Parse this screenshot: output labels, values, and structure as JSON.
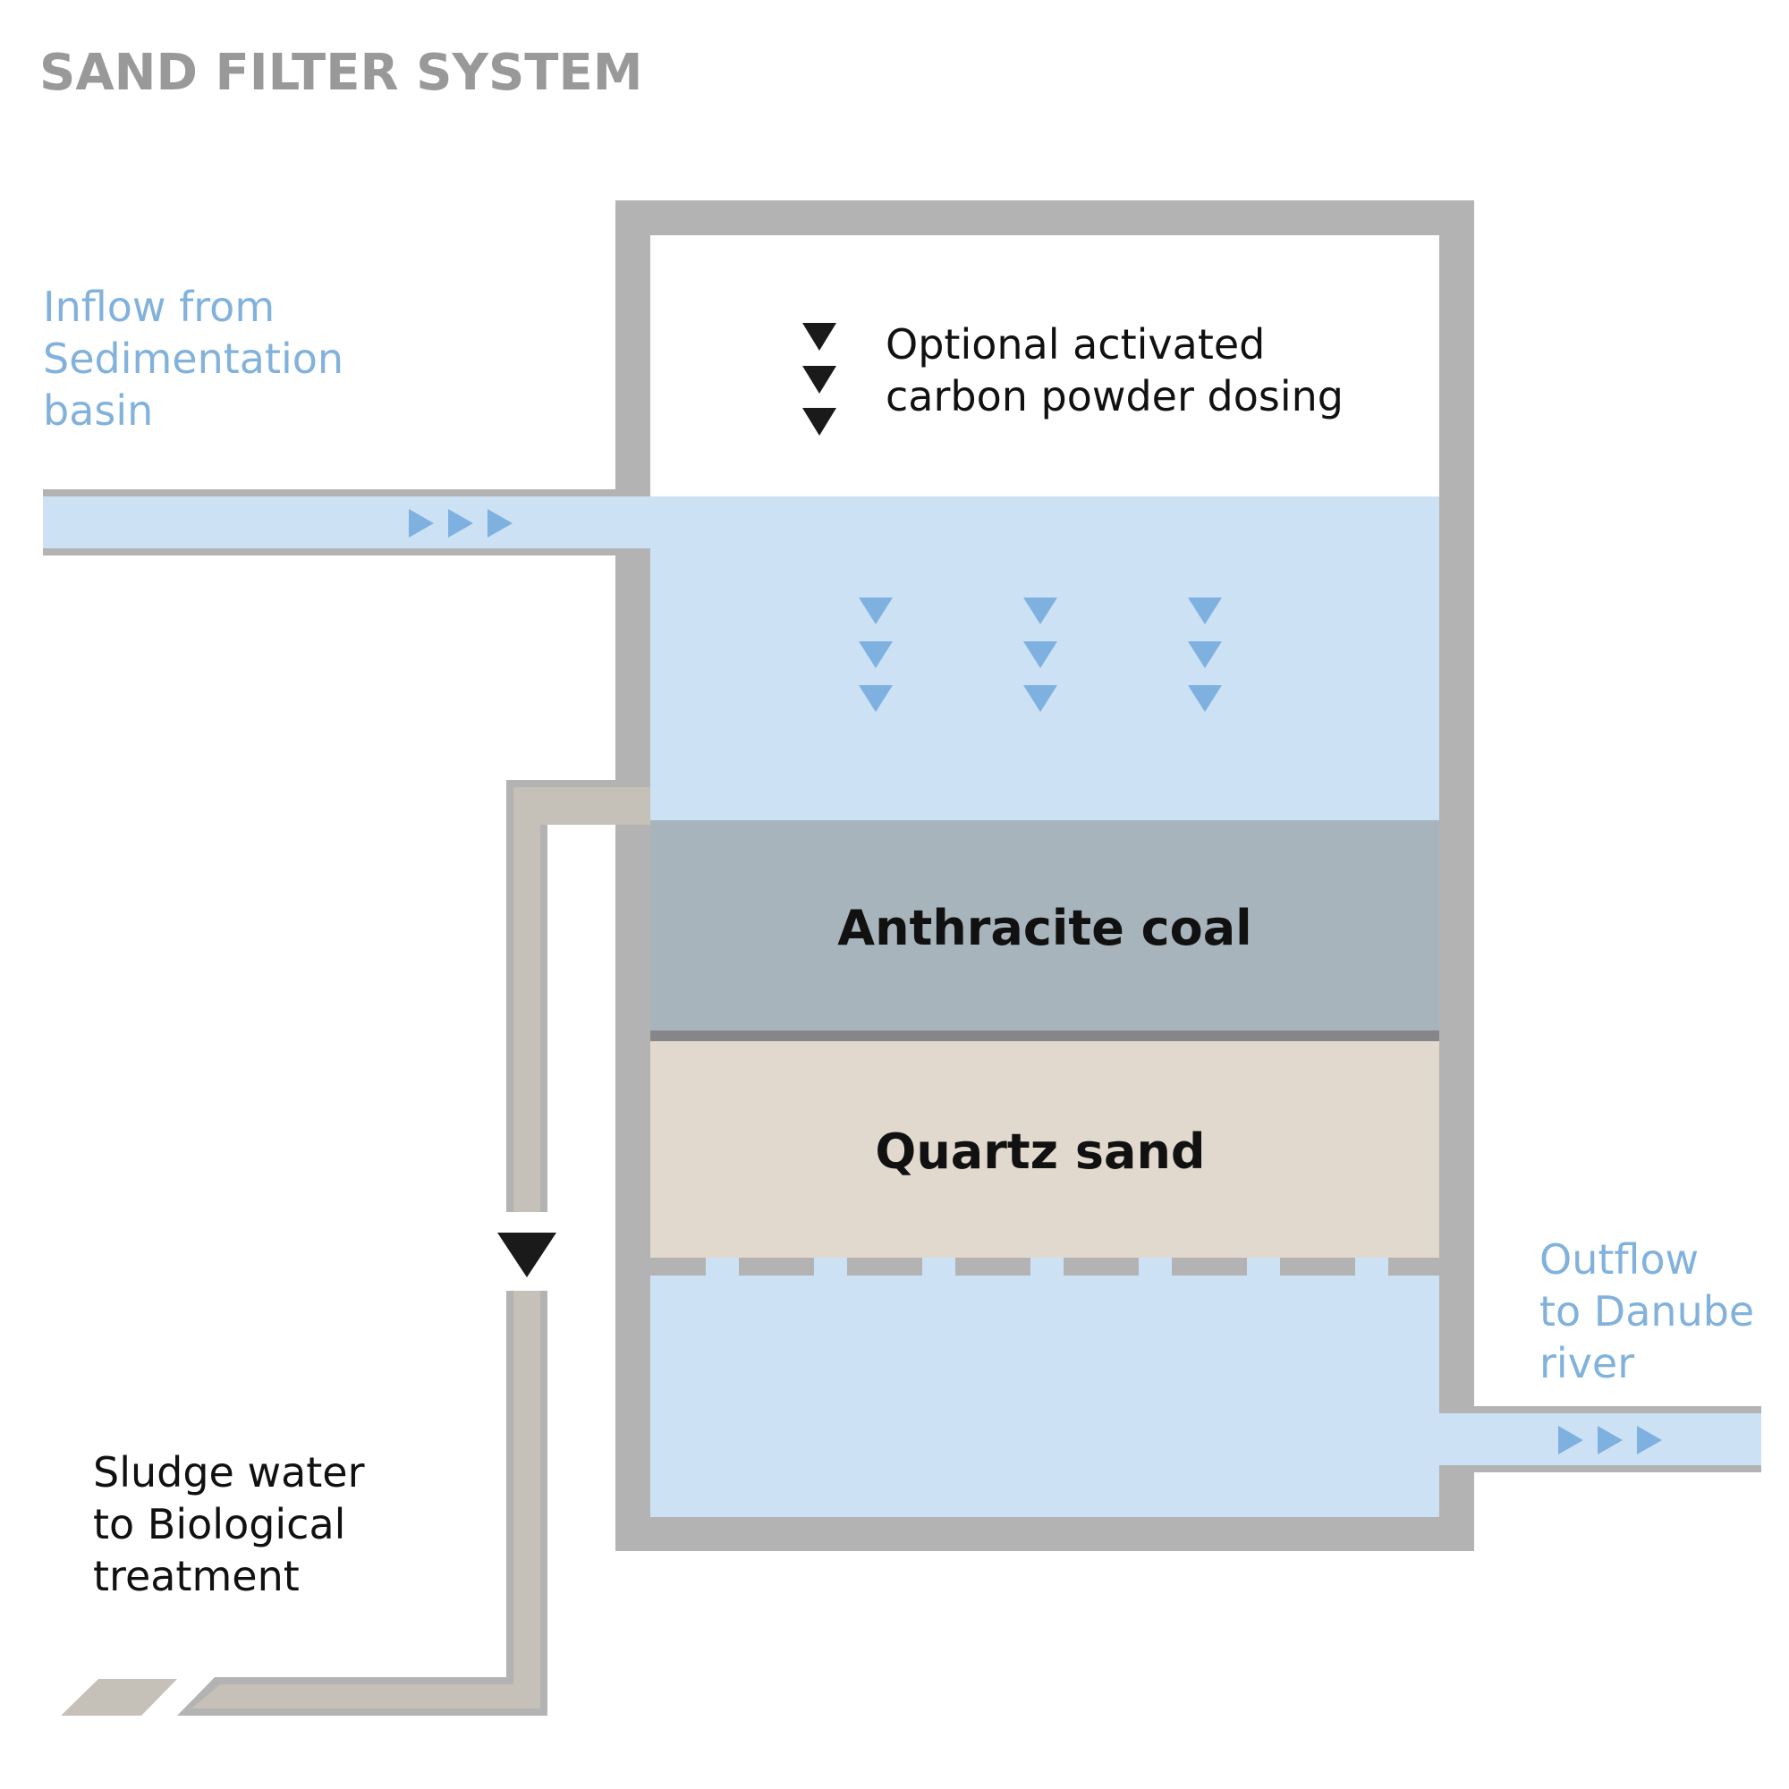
{
  "title": "SAND FILTER SYSTEM",
  "labels": {
    "inflow": [
      "Inflow from",
      "Sedimentation",
      "basin"
    ],
    "dosing": [
      "Optional activated",
      "carbon powder dosing"
    ],
    "outflow": [
      "Outflow",
      "to Danube",
      "river"
    ],
    "sludge": [
      "Sludge water",
      "to Biological",
      "treatment"
    ]
  },
  "layers": {
    "coal": "Anthracite coal",
    "sand": "Quartz sand"
  },
  "colors": {
    "title": "#999999",
    "wall": "#b3b3b3",
    "water": "#cde1f5",
    "flow_arrow": "#7fb1e0",
    "flow_text": "#82b2dc",
    "coal": "#a8b4bb",
    "coal_edge": "#86868a",
    "sand": "#e2d9ce",
    "sludge_pipe": "#c5c0b8",
    "dark_arrow": "#1a1a1a",
    "text": "#111111"
  }
}
